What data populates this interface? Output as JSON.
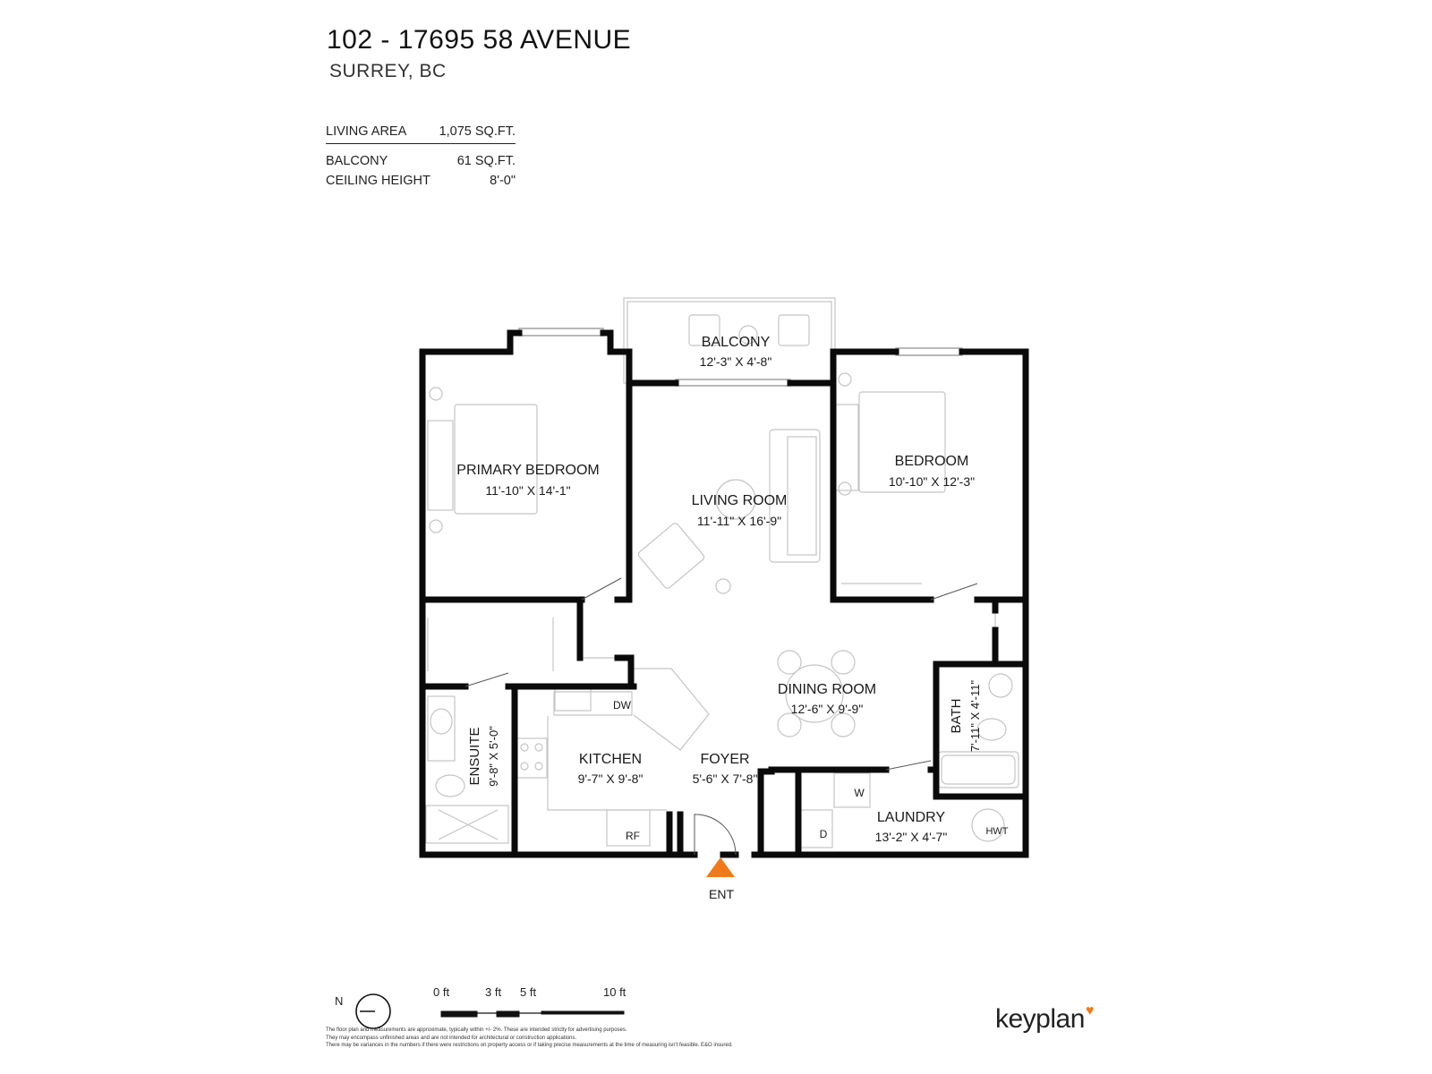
{
  "header": {
    "title": "102 - 17695 58 AVENUE",
    "subtitle": "SURREY, BC"
  },
  "stats": {
    "living_area_label": "LIVING AREA",
    "living_area_value": "1,075 SQ.FT.",
    "balcony_label": "BALCONY",
    "balcony_value": "61 SQ.FT.",
    "ceiling_label": "CEILING HEIGHT",
    "ceiling_value": "8'-0\""
  },
  "rooms": {
    "balcony": {
      "name": "BALCONY",
      "dims": "12'-3\"  X   4'-8\""
    },
    "primary_bedroom": {
      "name": "PRIMARY BEDROOM",
      "dims": "11'-10\"  X   14'-1\""
    },
    "living_room": {
      "name": "LIVING ROOM",
      "dims": "11'-11\"  X   16'-9\""
    },
    "bedroom": {
      "name": "BEDROOM",
      "dims": "10'-10\"  X   12'-3\""
    },
    "dining_room": {
      "name": "DINING ROOM",
      "dims": "12'-6\"  X   9'-9\""
    },
    "kitchen": {
      "name": "KITCHEN",
      "dims": "9'-7\"   X   9'-8\""
    },
    "foyer": {
      "name": "FOYER",
      "dims": "5'-6\" X 7'-8\""
    },
    "laundry": {
      "name": "LAUNDRY",
      "dims": "13'-2\"  X   4'-7\""
    },
    "ensuite": {
      "name": "ENSUITE",
      "dims": "9'-8\" X 5'-0\""
    },
    "bath": {
      "name": "BATH",
      "dims": "7'-11\" X 4'-11\""
    }
  },
  "fixtures": {
    "dishwasher": "DW",
    "fridge": "RF",
    "washer": "W",
    "dryer": "D",
    "water_heater": "HWT"
  },
  "entrance_label": "ENT",
  "north_label": "N",
  "scale": {
    "labels": [
      "0 ft",
      "3 ft",
      "5 ft",
      "10 ft"
    ]
  },
  "footer": {
    "line1": "The floor plan and measurements are approximate, typically within +/- 2%. These are intended strictly for advertising purposes.",
    "line2": "They may encompass unfinished areas and are not intended for architectural or construction applications.",
    "line3": "There may be variances in the numbers if there were restrictions on property access or if taking precise measurements at the time of measuring isn't feasible. E&O insured."
  },
  "brand": {
    "name": "keyplan"
  },
  "colors": {
    "wall": "#0a0a0a",
    "entrance_marker": "#f07a1a",
    "fixture_line": "#bdbdbd"
  }
}
